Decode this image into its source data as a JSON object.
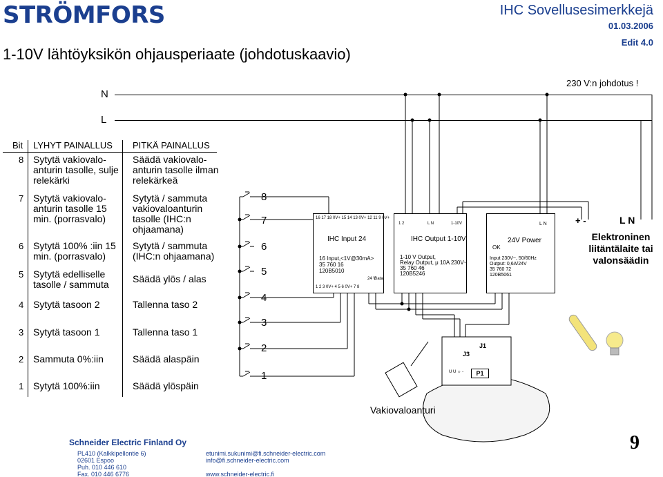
{
  "header": {
    "brand": "STRÖMFORS",
    "doc_title": "IHC Sovellusesimerkkejä",
    "date": "01.03.2006",
    "edit": "Edit 4.0",
    "page_title": "1-10V lähtöyksikön ohjausperiaate (johdotuskaavio)"
  },
  "wiring": {
    "n_label": "N",
    "l_label": "L",
    "note": "230 V:n johdotus !"
  },
  "table": {
    "headers": {
      "bit": "Bit",
      "short": "LYHYT PAINALLUS",
      "long": "PITKÄ PAINALLUS"
    },
    "rows": [
      {
        "bit": "8",
        "short": "Sytytä vakiovalo-anturin tasolle, sulje relekärki",
        "long": "Säädä vakiovalo-anturin tasolle ilman relekärkeä"
      },
      {
        "bit": "7",
        "short": "Sytytä vakiovalo-anturin tasolle 15 min. (porrasvalo)",
        "long": "Sytytä / sammuta vakiovaloanturin tasolle (IHC:n ohjaamana)"
      },
      {
        "bit": "6",
        "short": "Sytytä 100% :iin 15 min. (porrasvalo)",
        "long": "Sytytä / sammuta (IHC:n ohjaamana)"
      },
      {
        "bit": "5",
        "short": "Sytytä edelliselle tasolle / sammuta",
        "long": "Säädä ylös / alas"
      },
      {
        "bit": "4",
        "short": "Sytytä tasoon 2",
        "long": "Tallenna taso 2"
      },
      {
        "bit": "3",
        "short": "Sytytä tasoon 1",
        "long": "Tallenna taso 1"
      },
      {
        "bit": "2",
        "short": "Sammuta 0%:iin",
        "long": "Säädä alaspäin"
      },
      {
        "bit": "1",
        "short": "Sytytä 100%:iin",
        "long": "Säädä ylöspäin"
      }
    ]
  },
  "switches": [
    "8",
    "7",
    "6",
    "5",
    "4",
    "3",
    "2",
    "1"
  ],
  "devices": {
    "input": {
      "terminals_top": "16 17 18 0V+ 15 14   13 0V+ 12 11 9 0V+",
      "title": "IHC Input 24",
      "spec1": "16 Input,<1V@30mA>",
      "spec2": "35 760 16",
      "spec3": "120B5010",
      "terminals_bottom": "1  2  3  0V+ 4  5    6  0V+ 7  8",
      "side1": "24 V",
      "side2": "Data"
    },
    "output": {
      "terminals_top_left": "1   2",
      "terminals_top_mid": "L    N",
      "terminals_top_right": "1-10V",
      "title": "IHC Output 1-10V",
      "spec1": "1-10 V Output,",
      "spec2": "Relay Output, μ 10A 230V~",
      "spec3": "35 760 46",
      "spec4": "120B5246"
    },
    "power": {
      "terminals_top": "L   N",
      "title": "24V Power",
      "ok": "OK",
      "spec1": "Input 230V~, 50/60Hz",
      "spec2": "Output: 0,6A/24V",
      "spec3": "35 760 72",
      "spec4": "120B5061"
    },
    "ballast": {
      "terminals": "+ -",
      "mains": "L N",
      "label": "Elektroninen liitäntälaite tai valonsäädin"
    },
    "sensor": {
      "j1": "J1",
      "j3": "J3",
      "p1": "P1",
      "terminals": "U  U  ☼  -",
      "label": "Vakiovaloanturi"
    }
  },
  "footer": {
    "company": "Schneider Electric Finland Oy",
    "address1": "PL410 (Kalkkipellontie 6)",
    "address2": "02601 Espoo",
    "phone": "Puh.  010 446 610",
    "fax": "Fax.  010 446 6776",
    "email1": "etunimi.sukunimi@fi.schneider-electric.com",
    "email2": "info@fi.schneider-electric.com",
    "web": "www.schneider-electric.fi",
    "page": "9"
  },
  "colors": {
    "brand": "#1b3f8f",
    "lamp": "#f3e37a",
    "bulb": "#f6ea8c"
  }
}
